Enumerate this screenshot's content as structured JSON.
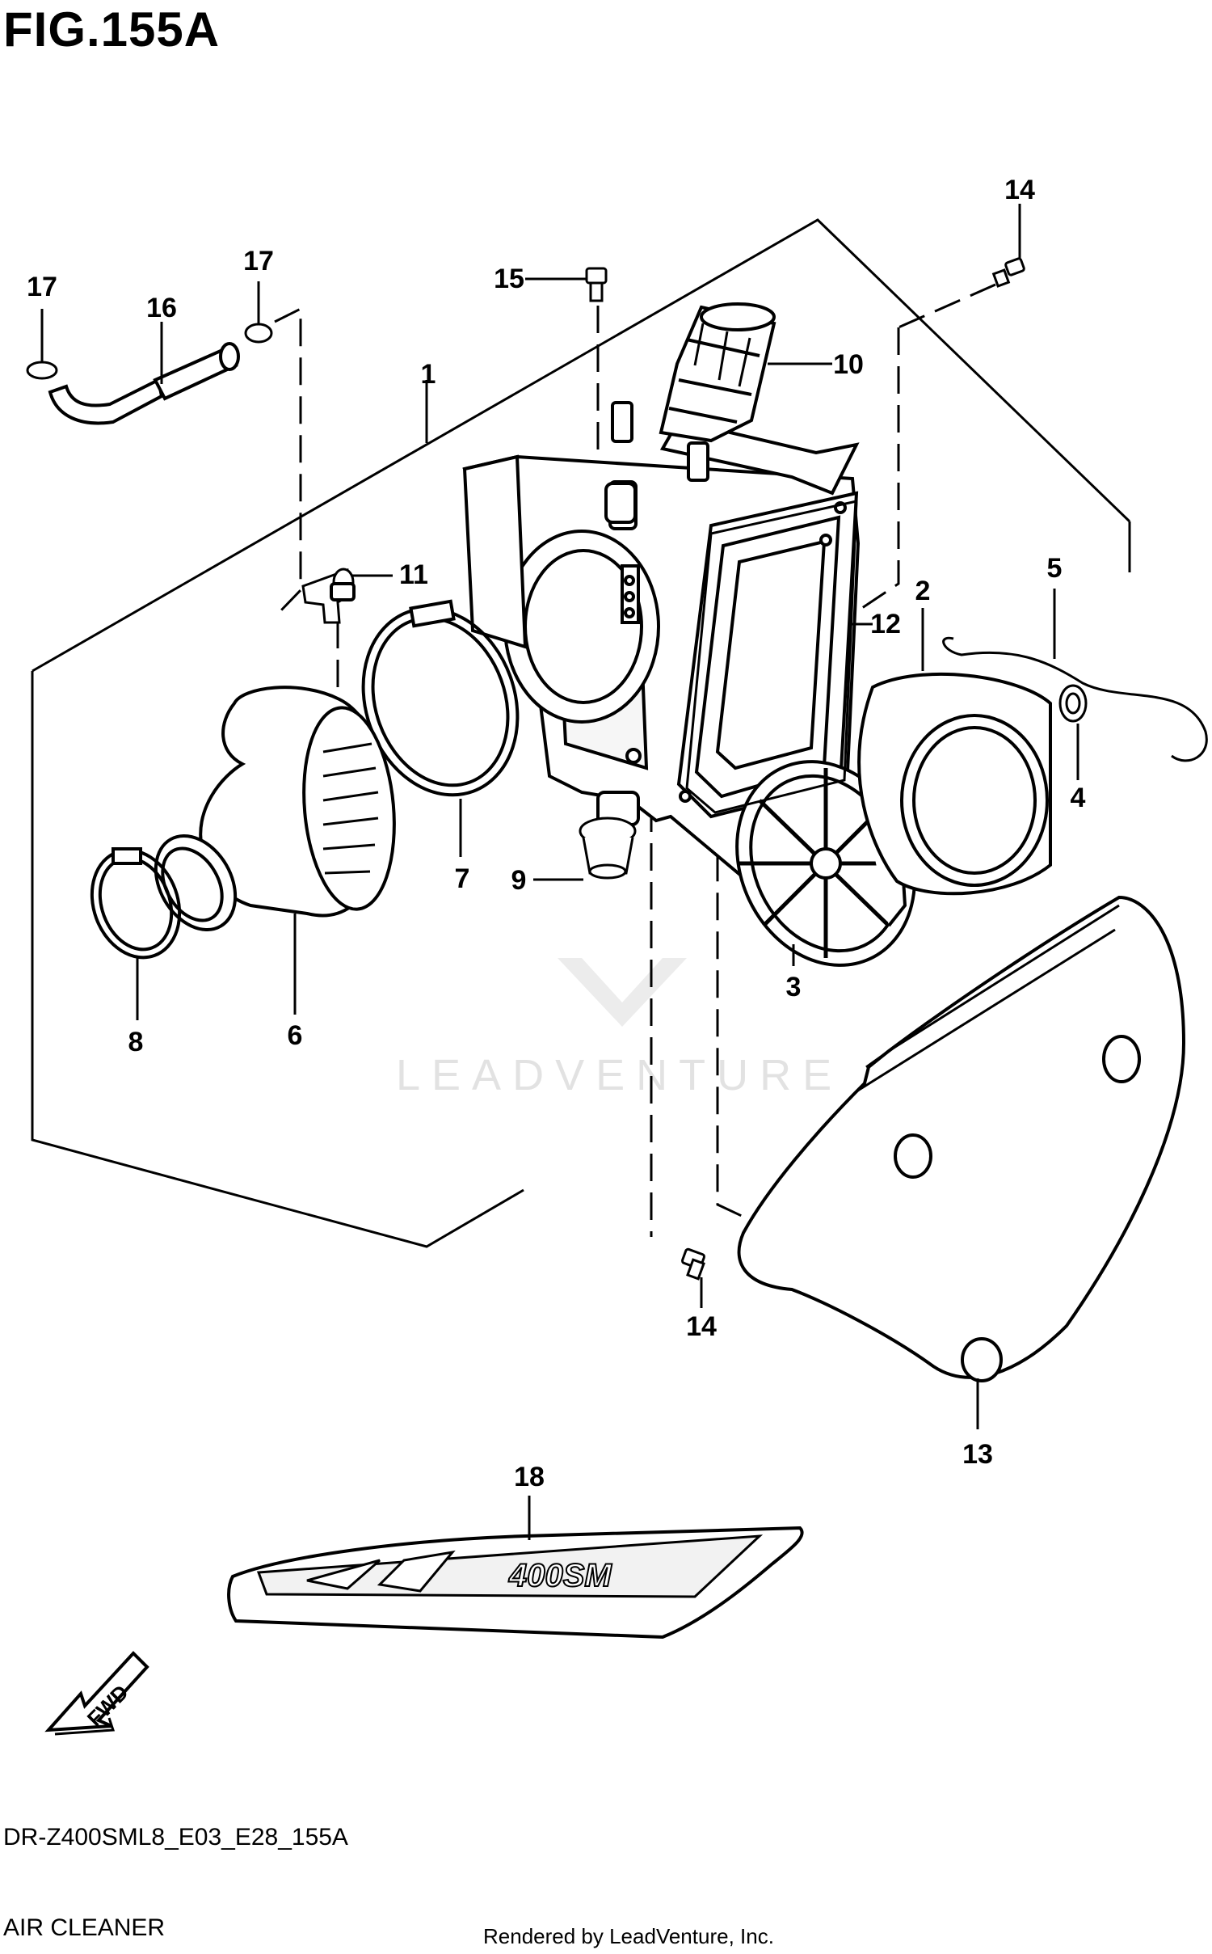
{
  "figure": {
    "title": "FIG.155A",
    "model_code": "DR-Z400SML8_E03_E28_155A",
    "section_name": "AIR CLEANER",
    "rendered_by": "Rendered by LeadVenture, Inc.",
    "watermark": "LEADVENTURE",
    "fwd_label": "FWD",
    "decal_text": "400SM"
  },
  "callouts": {
    "c1": "1",
    "c2": "2",
    "c3": "3",
    "c4": "4",
    "c5": "5",
    "c6": "6",
    "c7": "7",
    "c8": "8",
    "c9": "9",
    "c10": "10",
    "c11": "11",
    "c12": "12",
    "c13": "13",
    "c14_top": "14",
    "c14_bottom": "14",
    "c15": "15",
    "c16": "16",
    "c17_left": "17",
    "c17_right": "17",
    "c18": "18"
  }
}
